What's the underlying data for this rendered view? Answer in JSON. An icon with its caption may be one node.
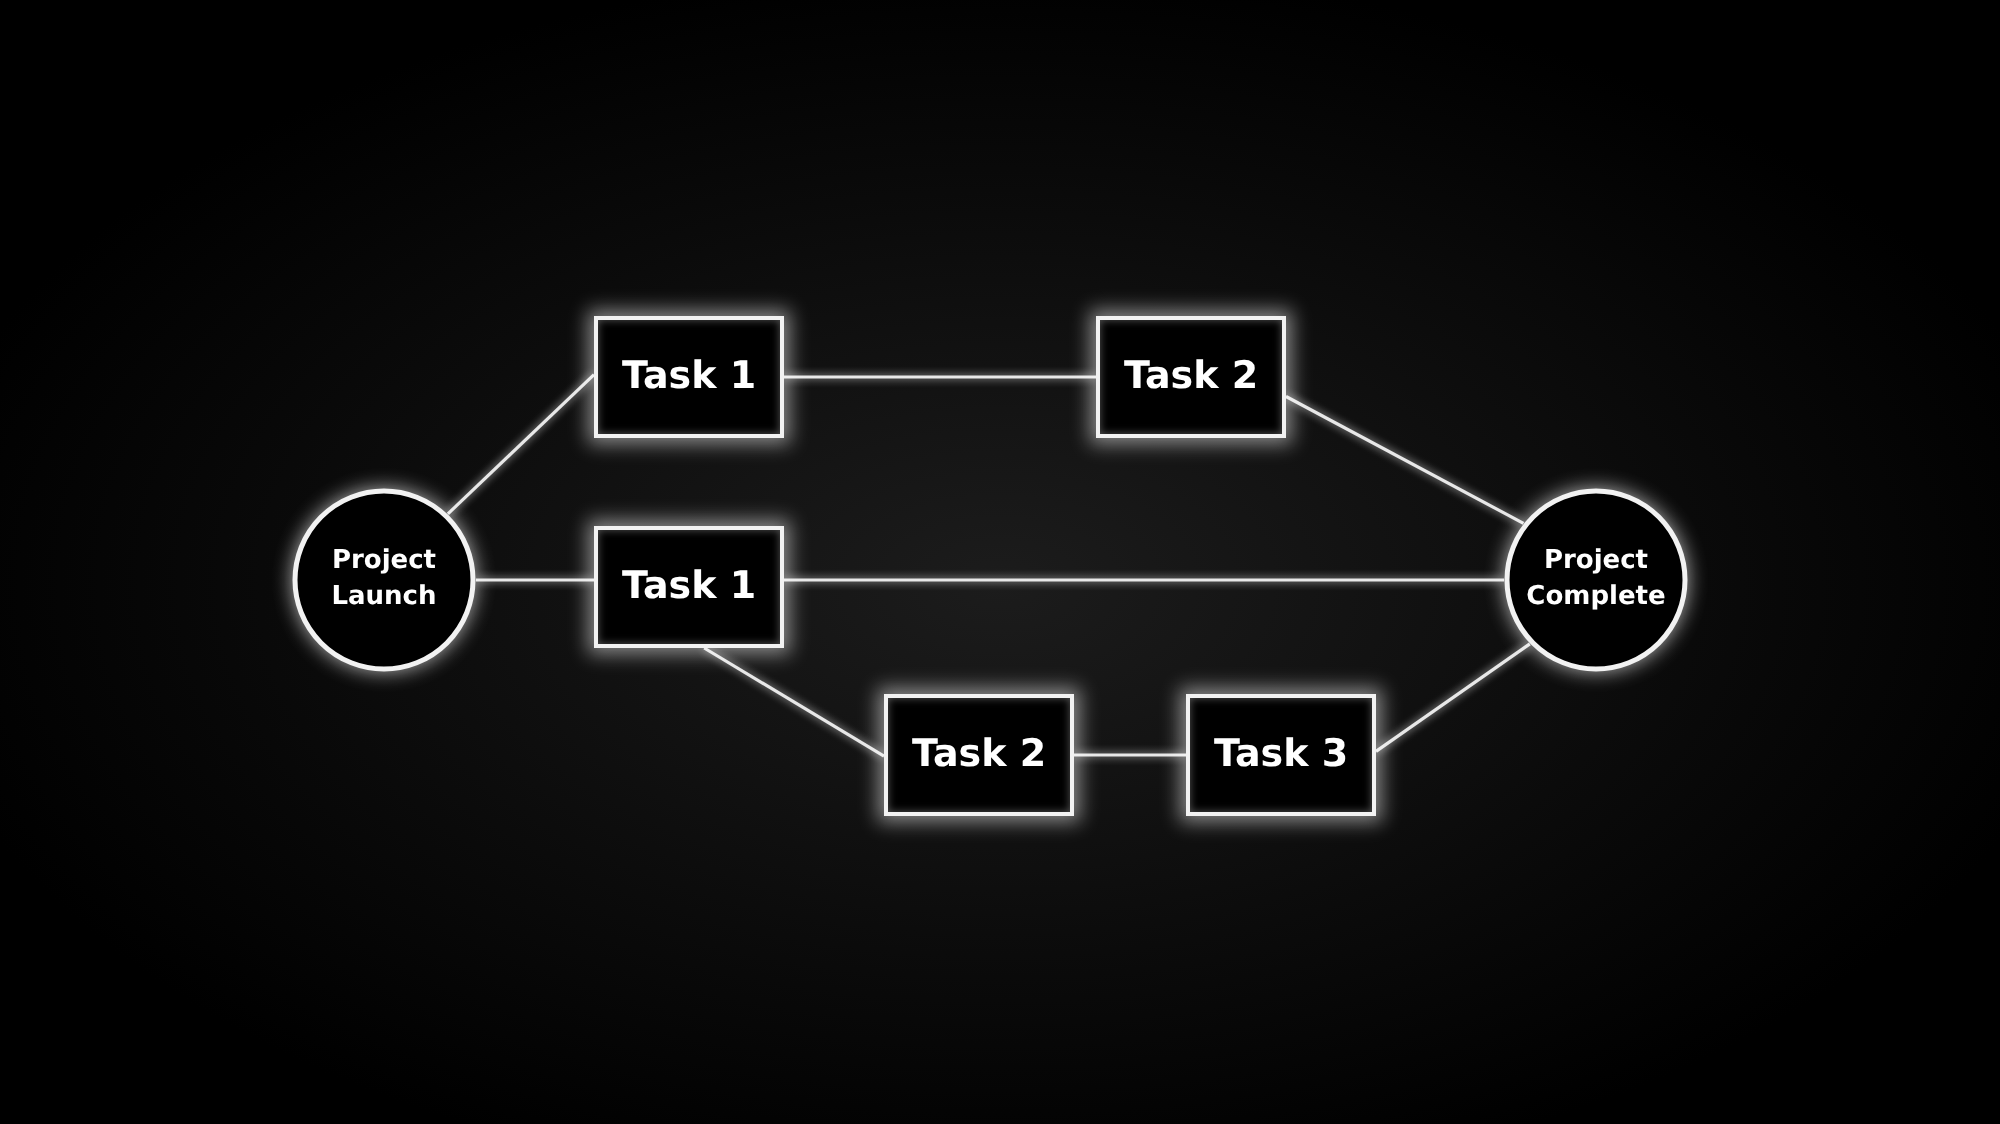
{
  "diagram": {
    "nodes": [
      {
        "text": [
          "Project Launch"
        ]
      },
      {
        "text": [
          "Task 1"
        ]
      },
      {
        "text": [
          "Task 2"
        ]
      },
      {
        "text": [
          "Task 1"
        ]
      },
      {
        "text": [
          "Task 2"
        ]
      },
      {
        "text": [
          "Task 3"
        ]
      },
      {
        "text": [
          "Project Complete"
        ]
      }
    ],
    "edges": [
      {
        "from": 0,
        "to": 1,
        "arrow": "none"
      },
      {
        "from": 1,
        "to": 2,
        "arrow": "none"
      },
      {
        "from": 2,
        "to": 6,
        "arrow": "none"
      },
      {
        "from": 0,
        "to": 3,
        "arrow": "none"
      },
      {
        "from": 3,
        "to": 6,
        "arrow": "none"
      },
      {
        "from": 3,
        "to": 4,
        "arrow": "none"
      },
      {
        "from": 4,
        "to": 5,
        "arrow": "none"
      },
      {
        "from": 5,
        "to": 6,
        "arrow": "none"
      }
    ]
  }
}
